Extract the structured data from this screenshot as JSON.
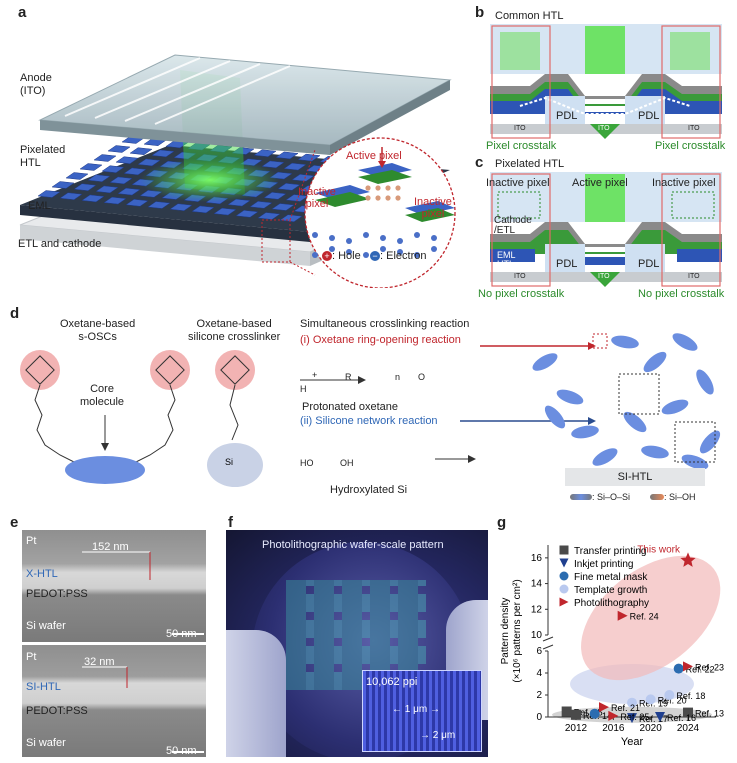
{
  "panel_a": {
    "letter": "a",
    "labels": {
      "anode": "Anode\n(ITO)",
      "pixelated_htl": "Pixelated\nHTL",
      "eml": "EML",
      "etl_cathode": "ETL and cathode",
      "active_pixel": "Active pixel",
      "inactive_pixel_left": "Inactive\npixel",
      "inactive_pixel_right": "Inactive\npixel",
      "hole": ": Hole",
      "electron": ": Electron",
      "hole_sign": "+",
      "electron_sign": "−"
    }
  },
  "panel_b": {
    "letter": "b",
    "title": "Common HTL",
    "pdl_left": "PDL",
    "pdl_right": "PDL",
    "ito": [
      "ITO",
      "ITO",
      "ITO"
    ],
    "crosstalk_left": "Pixel crosstalk",
    "crosstalk_right": "Pixel crosstalk"
  },
  "panel_c": {
    "letter": "c",
    "title": "Pixelated HTL",
    "inactive_left": "Inactive pixel",
    "active": "Active pixel",
    "inactive_right": "Inactive pixel",
    "cathode": "Cathode\n/ETL",
    "eml": "EML",
    "htl": "HTL",
    "pdl_left": "PDL",
    "pdl_right": "PDL",
    "ito": [
      "ITO",
      "ITO",
      "ITO"
    ],
    "no_crosstalk_left": "No pixel crosstalk",
    "no_crosstalk_right": "No pixel crosstalk"
  },
  "panel_d": {
    "letter": "d",
    "oxetane_sosc": "Oxetane-based\ns-OSCs",
    "core": "Core\nmolecule",
    "crosslinker": "Oxetane-based\nsilicone crosslinker",
    "sim_title": "Simultaneous crosslinking reaction",
    "reaction1": "(i) Oxetane ring-opening reaction",
    "protonated": "Protonated oxetane",
    "reaction2": "(ii) Silicone network reaction",
    "hydroxylated": "Hydroxylated Si",
    "si_htl": "SI-HTL",
    "legend_siosi": ": Si–O–Si",
    "legend_sioh": ": Si–OH",
    "chem": {
      "o": "O",
      "r": "R",
      "h": "H",
      "n": "n",
      "plus": "+",
      "si": "Si",
      "oh": "OH",
      "ho": "HO",
      "arrow": "→"
    }
  },
  "panel_e": {
    "letter": "e",
    "top": {
      "pt": "Pt",
      "htl": "X-HTL",
      "pedot": "PEDOT:PSS",
      "si": "Si wafer",
      "measure": "152 nm",
      "scale": "50 nm"
    },
    "bottom": {
      "pt": "Pt",
      "htl": "SI-HTL",
      "pedot": "PEDOT:PSS",
      "si": "Si wafer",
      "measure": "32 nm",
      "scale": "50 nm"
    }
  },
  "panel_f": {
    "letter": "f",
    "title": "Photolithographic wafer-scale pattern",
    "ppi": "10,062  ppi",
    "um1": "1 μm",
    "um2": "2 μm"
  },
  "panel_g": {
    "letter": "g",
    "legend": [
      {
        "label": "Transfer printing",
        "marker": "square",
        "color": "#4a4a4a"
      },
      {
        "label": "Inkjet printing",
        "marker": "triangle-down",
        "color": "#1f3f8f"
      },
      {
        "label": "Fine metal mask",
        "marker": "circle",
        "color": "#2b6cb0"
      },
      {
        "label": "Template growth",
        "marker": "circle",
        "color": "#b9c9ef"
      },
      {
        "label": "Photolithography",
        "marker": "triangle-right",
        "color": "#c0262d"
      }
    ],
    "this_work": "This work"
  },
  "chart_data": {
    "type": "scatter",
    "xlabel": "Year",
    "ylabel": "Pattern density\n(×10⁶ patterns per cm²)",
    "xlim": [
      2009,
      2027
    ],
    "ylim_lower": [
      0,
      6
    ],
    "ylim_upper": [
      10,
      17
    ],
    "xticks": [
      2012,
      2016,
      2020,
      2024
    ],
    "yticks_lower": [
      0,
      2,
      4,
      6
    ],
    "yticks_upper": [
      10,
      12,
      14,
      16
    ],
    "series": [
      {
        "name": "Transfer printing",
        "points": [
          {
            "x": 2011,
            "y": 0.5,
            "ref": "Ref. 15"
          },
          {
            "x": 2012,
            "y": 0.2,
            "ref": "Ref. 14"
          },
          {
            "x": 2024,
            "y": 0.4,
            "ref": "Ref. 13"
          }
        ]
      },
      {
        "name": "Inkjet printing",
        "points": [
          {
            "x": 2018,
            "y": -0.1,
            "ref": "Ref. 17"
          },
          {
            "x": 2021,
            "y": 0.0,
            "ref": "Ref. 16"
          }
        ]
      },
      {
        "name": "Fine metal mask",
        "points": [
          {
            "x": 2014,
            "y": 0.3,
            "ref": ""
          },
          {
            "x": 2023,
            "y": 4.4,
            "ref": "Ref. 22"
          }
        ]
      },
      {
        "name": "Template growth",
        "points": [
          {
            "x": 2018,
            "y": 1.3,
            "ref": "Ref. 19"
          },
          {
            "x": 2020,
            "y": 1.6,
            "ref": "Ref. 20"
          },
          {
            "x": 2022,
            "y": 2.0,
            "ref": "Ref. 18"
          }
        ]
      },
      {
        "name": "Photolithography",
        "points": [
          {
            "x": 2017,
            "y": 11.5,
            "ref": "Ref. 24"
          },
          {
            "x": 2024,
            "y": 4.6,
            "ref": "Ref. 23"
          },
          {
            "x": 2015,
            "y": 0.9,
            "ref": "Ref. 21"
          },
          {
            "x": 2016,
            "y": 0.1,
            "ref": "Ref. 25"
          }
        ]
      },
      {
        "name": "This work",
        "points": [
          {
            "x": 2024,
            "y": 15.8,
            "ref": ""
          }
        ]
      }
    ]
  }
}
